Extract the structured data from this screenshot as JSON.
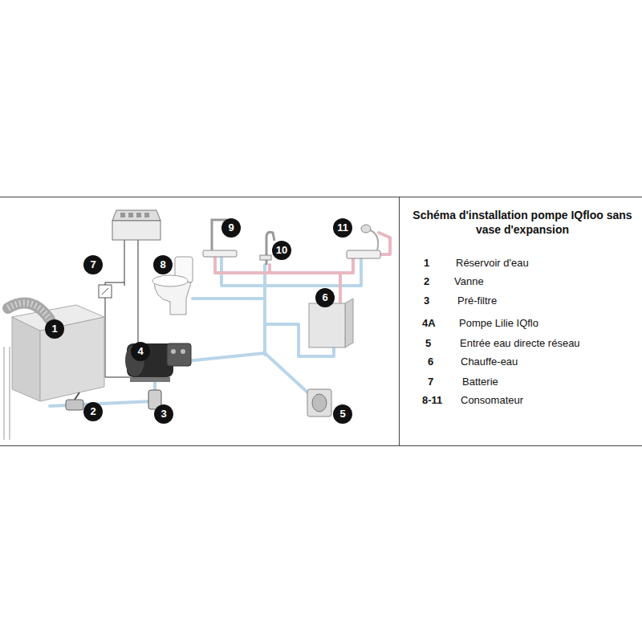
{
  "diagram": {
    "title": "Schéma d'installation pompe IQfloo sans vase d'expansion",
    "nodes": [
      {
        "text": [
          "9"
        ]
      },
      {
        "text": [
          "11"
        ]
      },
      {
        "text": [
          "10"
        ]
      },
      {
        "text": [
          "7"
        ]
      },
      {
        "text": [
          "8"
        ]
      },
      {
        "text": [
          "6"
        ]
      },
      {
        "text": [
          "1"
        ]
      },
      {
        "text": [
          "4"
        ]
      },
      {
        "text": [
          "2"
        ]
      },
      {
        "text": [
          "3"
        ]
      },
      {
        "text": [
          "5"
        ]
      }
    ],
    "labels": [
      "1",
      "Réservoir d'eau",
      "2",
      "Vanne",
      "3",
      "Pré-filtre",
      "4A",
      "Pompe Lilie IQflo",
      "5",
      "Entrée eau directe réseau",
      "6",
      "Chauffe-eau",
      "7",
      "Batterie",
      "8-11",
      "Consomateur"
    ]
  }
}
